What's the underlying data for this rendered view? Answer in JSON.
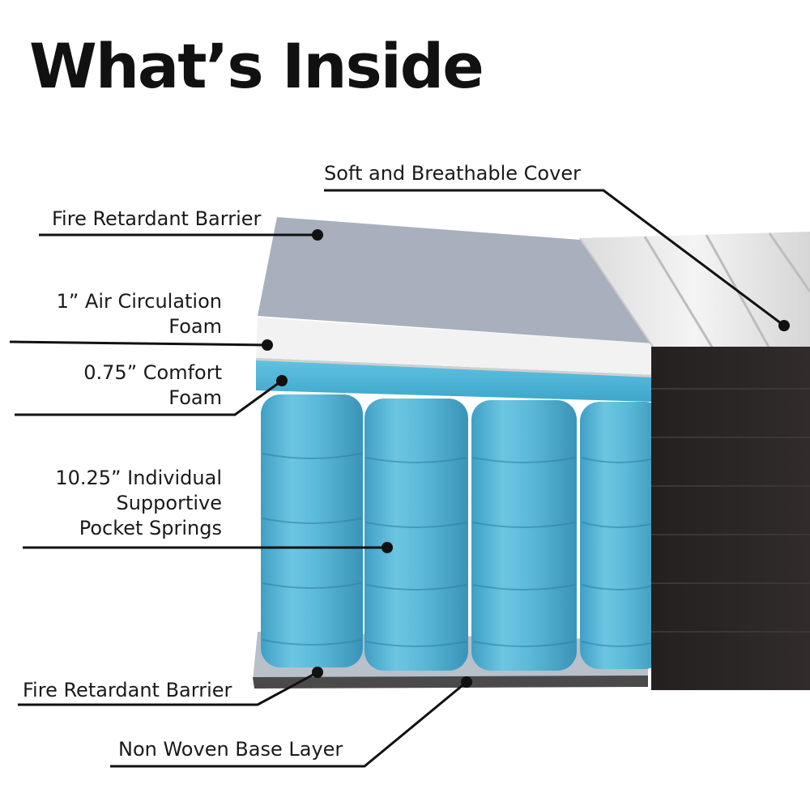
{
  "title": "What’s Inside",
  "labels": {
    "cover": "Soft and Breathable Cover",
    "fire_top": "Fire Retardant Barrier",
    "air_line1": "1” Air Circulation",
    "air_line2": "Foam",
    "comfort_line1": "0.75”  Comfort",
    "comfort_line2": "Foam",
    "springs_line1": "10.25” Individual",
    "springs_line2": "Supportive",
    "springs_line3": "Pocket Springs",
    "fire_bottom": "Fire Retardant Barrier",
    "base": "Non Woven Base Layer"
  },
  "colors": {
    "fire_barrier": "#a7b0bc",
    "air_foam": "#f1f1f1",
    "comfort_foam": "#4fb8d9",
    "springs": "#5bbad8",
    "cover_quilt": "#ececec",
    "side_panel": "#2b2726",
    "leader_line": "#111111"
  }
}
